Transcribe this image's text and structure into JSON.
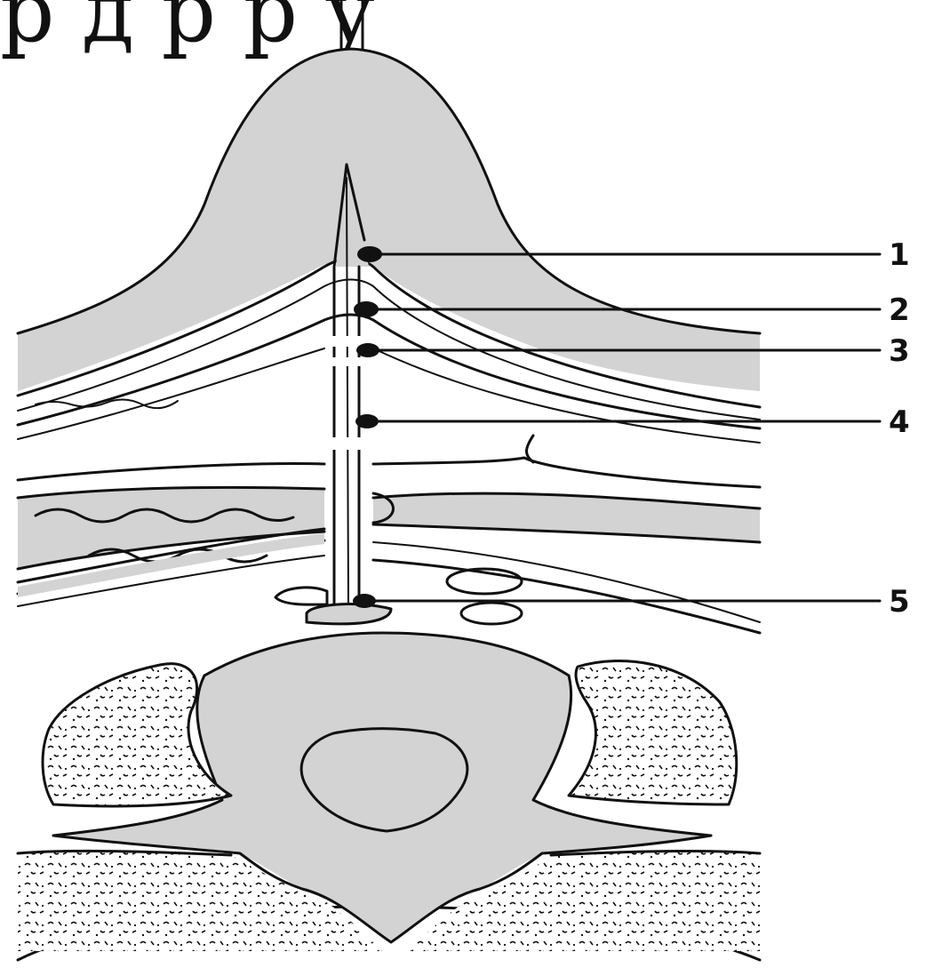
{
  "header": {
    "text": "р         д           р    р        у"
  },
  "colors": {
    "ink": "#111111",
    "tissue": "#d3d3d3",
    "paper": "#ffffff"
  },
  "callouts": [
    {
      "label": "1"
    },
    {
      "label": "2"
    },
    {
      "label": "3"
    },
    {
      "label": "4"
    },
    {
      "label": "5"
    }
  ]
}
